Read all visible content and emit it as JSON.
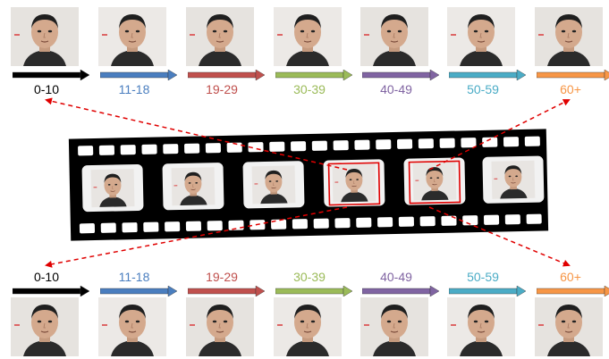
{
  "age_groups": [
    {
      "label": "0-10",
      "color": "#000000"
    },
    {
      "label": "11-18",
      "color": "#4a7ebf"
    },
    {
      "label": "19-29",
      "color": "#c0504d"
    },
    {
      "label": "30-39",
      "color": "#9bbb59"
    },
    {
      "label": "40-49",
      "color": "#8064a2"
    },
    {
      "label": "50-59",
      "color": "#4bacc6"
    },
    {
      "label": "60+",
      "color": "#f79646"
    }
  ],
  "film": {
    "frame_count": 6,
    "highlighted_frames": [
      3,
      4
    ],
    "highlight_color": "#e00000"
  },
  "connector_color": "#e00000"
}
